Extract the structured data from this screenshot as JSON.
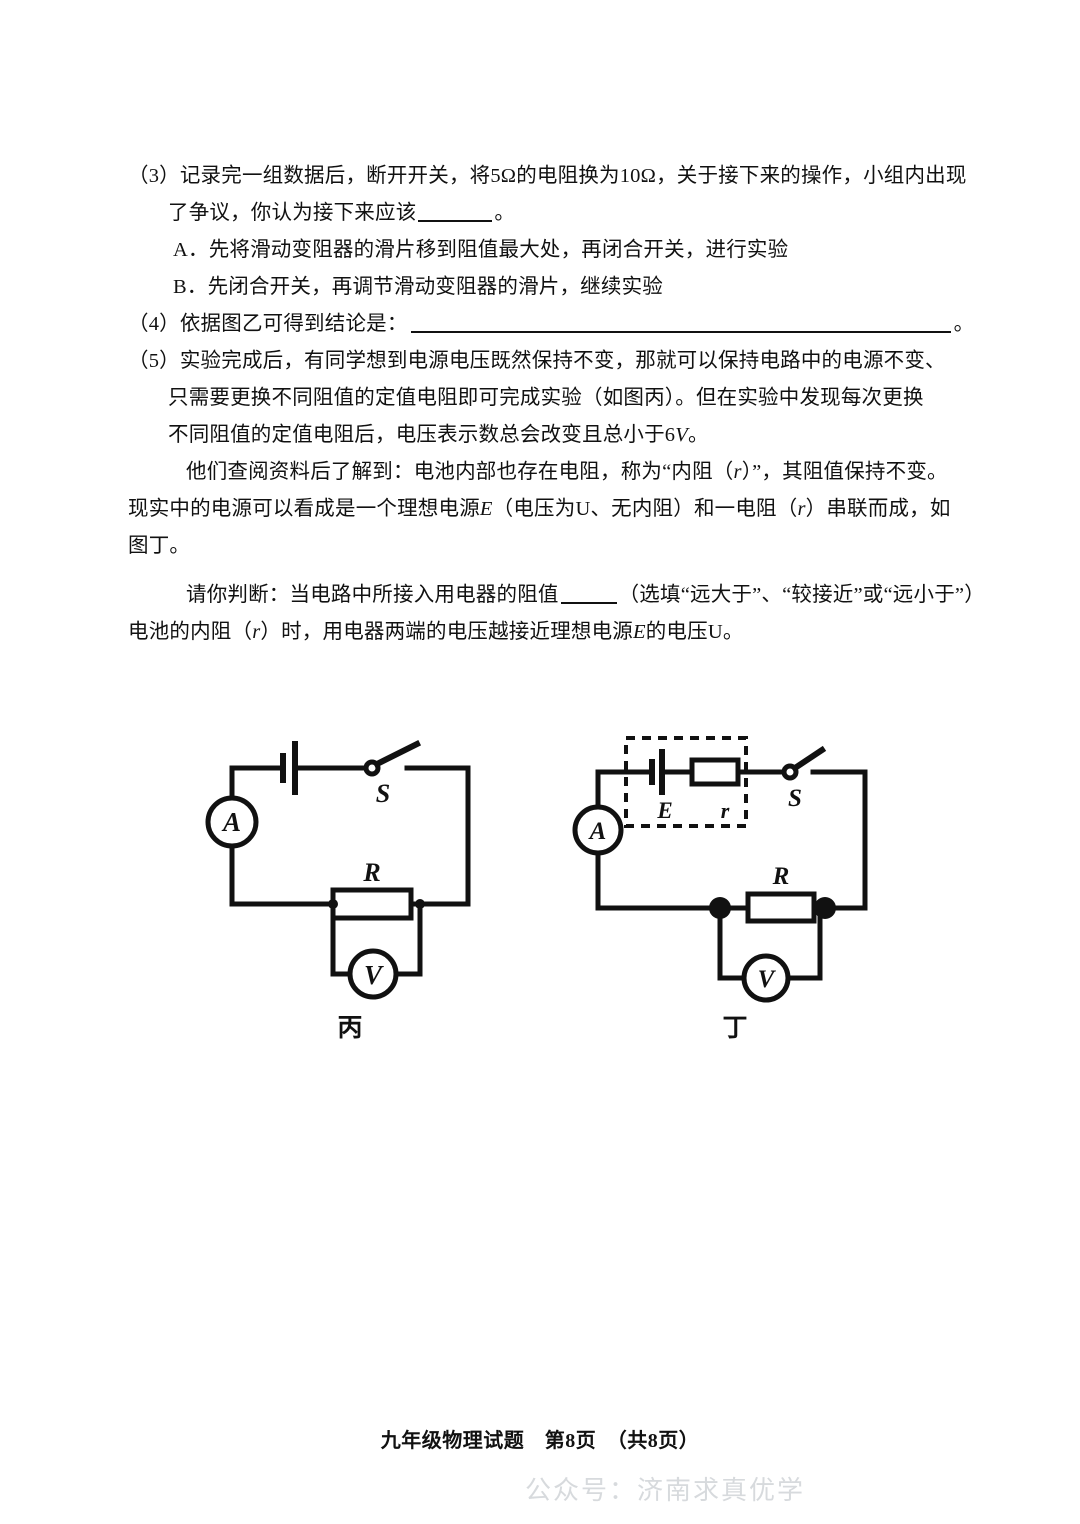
{
  "document": {
    "subject_footer": "九年级物理试题　第8页　（共8页）",
    "watermark": "公众号：济南求真优学"
  },
  "questions": [
    {
      "id": "q3",
      "lines": [
        "（3）记录完一组数据后，断开开关，将5Ω的电阻换为10Ω，关于接下来的操作，小组内出现",
        "了争议，你认为接下来应该",
        "。"
      ],
      "line1": "（3）记录完一组数据后，断开开关，将5Ω的电阻换为10Ω，关于接下来的操作，小组内出现",
      "line2_pre": "了争议，你认为接下来应该",
      "line2_post": "。",
      "options": [
        "A．先将滑动变阻器的滑片移到阻值最大处，再闭合开关，进行实验",
        "B．先闭合开关，再调节滑动变阻器的滑片，继续实验"
      ]
    },
    {
      "id": "q4",
      "label_pre": "（4）依据图乙可得到结论是：",
      "label_post": "。"
    },
    {
      "id": "q5",
      "line1": "（5）实验完成后，有同学想到电源电压既然保持不变，那就可以保持电路中的电源不变、",
      "line2": "只需要更换不同阻值的定值电阻即可完成实验（如图丙）。但在实验中发现每次更换",
      "line3_a": "不同阻值的定值电阻后，电压表示数总会改变且总小于6",
      "line3_italic": "V",
      "line3_b": "。",
      "para2_line1": "他们查阅资料后了解到：电池内部也存在电阻，称为“内阻（",
      "para2_italic1": "r",
      "para2_line1b": "）”，其阻值保持不变。",
      "para2_line2_a": "现实中的电源可以看成是一个理想电源",
      "para2_italic2": "E",
      "para2_line2_b": "（电压为U、无内阻）和一电阻（",
      "para2_italic3": "r",
      "para2_line2_c": "）串联而成，如",
      "para2_line3": "图丁。",
      "para3_line1_a": "请你判断：当电路中所接入用电器的阻值",
      "para3_line1_b": "（选填“远大于”、“较接近”或“远小于”）",
      "para3_line2_a": "电池的内阻（",
      "para3_italic1": "r",
      "para3_line2_b": "）时，用电器两端的电压越接近理想电源",
      "para3_italic2": "E",
      "para3_line2_c": "的电压U。"
    }
  ],
  "figures": [
    {
      "id": "fig-bing",
      "caption": "丙",
      "components": {
        "battery": "battery-symbol",
        "switch": "S",
        "ammeter": "A",
        "resistor": "R",
        "voltmeter": "V"
      }
    },
    {
      "id": "fig-ding",
      "caption": "丁",
      "components": {
        "ideal_source": "E",
        "internal_resistance": "r",
        "switch": "S",
        "ammeter": "A",
        "resistor": "R",
        "voltmeter": "V",
        "dashed_box": "real-source-boundary"
      }
    }
  ],
  "colors": {
    "ink": "#111111",
    "paper": "#ffffff",
    "watermark": "#d7dadd"
  }
}
